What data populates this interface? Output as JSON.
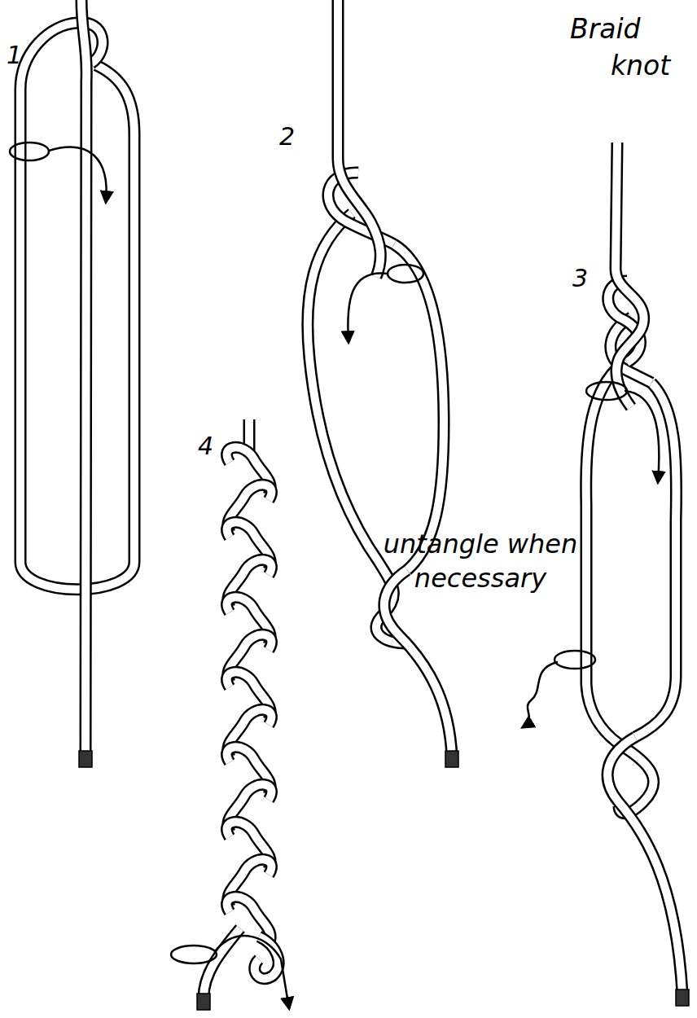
{
  "diagram": {
    "title": "Braid knot",
    "labels": [
      "1",
      "2",
      "3",
      "4",
      "untangle when necessary"
    ]
  }
}
